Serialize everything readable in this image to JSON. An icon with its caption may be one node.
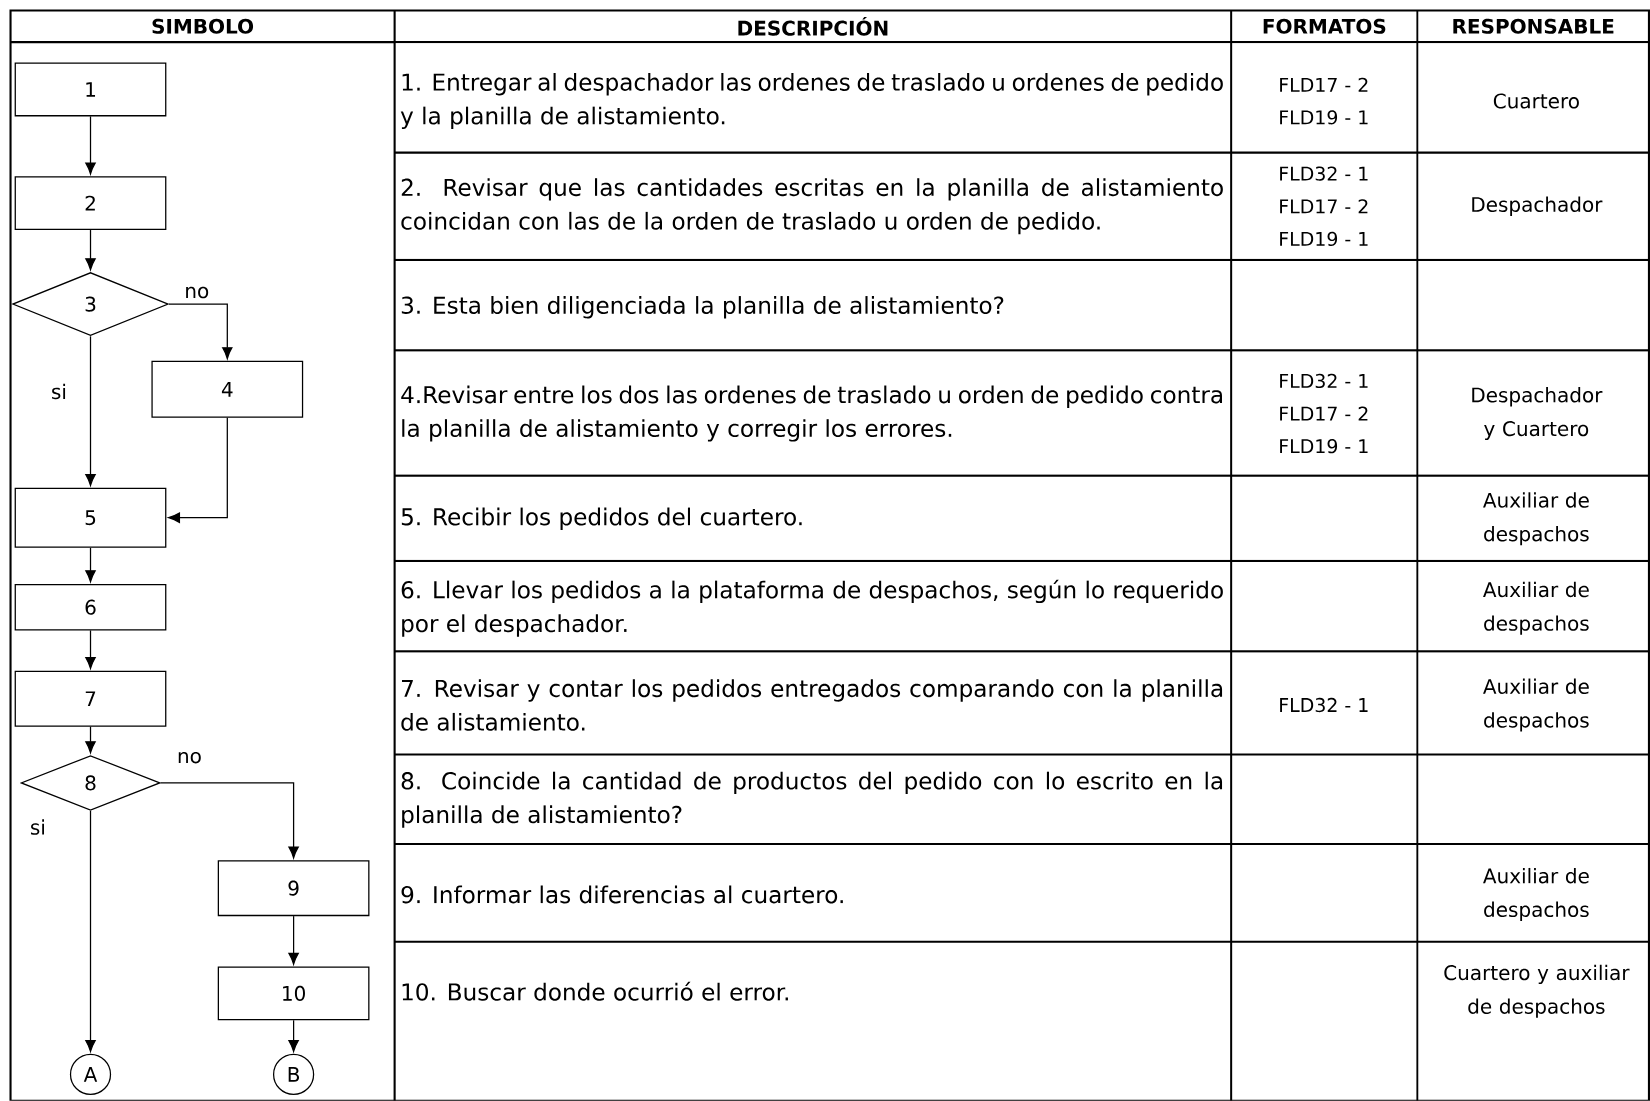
{
  "diagram": {
    "nodes": [
      {
        "text": [
          "1"
        ]
      },
      {
        "text": [
          "2"
        ]
      },
      {
        "text": [
          "3"
        ]
      },
      {
        "text": [
          "4"
        ]
      },
      {
        "text": [
          "5"
        ]
      },
      {
        "text": [
          "6"
        ]
      },
      {
        "text": [
          "7"
        ]
      },
      {
        "text": [
          "8"
        ]
      },
      {
        "text": [
          "9"
        ]
      },
      {
        "text": [
          "10"
        ]
      },
      {
        "text": [
          "A"
        ]
      },
      {
        "text": [
          "B"
        ]
      }
    ],
    "edges": [
      {
        "from": 0,
        "to": 1,
        "arrow": "to"
      },
      {
        "from": 1,
        "to": 2,
        "arrow": "to"
      },
      {
        "from": 2,
        "to": 3,
        "arrow": "to",
        "label": "no"
      },
      {
        "from": 2,
        "to": 4,
        "arrow": "to",
        "label": "si"
      },
      {
        "from": 3,
        "to": 4,
        "arrow": "to"
      },
      {
        "from": 4,
        "to": 5,
        "arrow": "to"
      },
      {
        "from": 5,
        "to": 6,
        "arrow": "to"
      },
      {
        "from": 6,
        "to": 7,
        "arrow": "to"
      },
      {
        "from": 7,
        "to": 8,
        "arrow": "to",
        "label": "no"
      },
      {
        "from": 7,
        "to": 10,
        "arrow": "to",
        "label": "si"
      },
      {
        "from": 8,
        "to": 9,
        "arrow": "to"
      },
      {
        "from": 9,
        "to": 11,
        "arrow": "to"
      }
    ],
    "labels": [
      "SIMBOLO",
      "DESCRIPCIÓN",
      "FORMATOS",
      "RESPONSABLE",
      "1. Entregar al despachador las ordenes de traslado u ordenes de pedido y la planilla de alistamiento.",
      "FLD17 - 2",
      "FLD19 - 1",
      "Cuartero",
      "2. Revisar que las cantidades escritas en la planilla de alistamiento coincidan con las de la orden de traslado u orden de pedido.",
      "FLD32 - 1",
      "FLD17 - 2",
      "FLD19 - 1",
      "Despachador",
      "3. Esta bien diligenciada la planilla de alistamiento?",
      "4.Revisar entre los dos las ordenes de traslado u orden de pedido contra la planilla de alistamiento y corregir los errores.",
      "FLD32 - 1",
      "FLD17 - 2",
      "FLD19 - 1",
      "Despachador y Cuartero",
      "5. Recibir los pedidos del cuartero.",
      "Auxiliar de despachos",
      "6. Llevar los pedidos a la plataforma de despachos, según lo requerido por el despachador.",
      "Auxiliar de despachos",
      "7. Revisar y contar los pedidos entregados comparando con la planilla de alistamiento.",
      "FLD32 - 1",
      "Auxiliar de despachos",
      "8. Coincide la cantidad de productos del pedido con lo escrito en la planilla de alistamiento?",
      "9. Informar las diferencias al cuartero.",
      "Auxiliar de despachos",
      "10. Buscar donde ocurrió el error.",
      "Cuartero y auxiliar de despachos"
    ]
  }
}
